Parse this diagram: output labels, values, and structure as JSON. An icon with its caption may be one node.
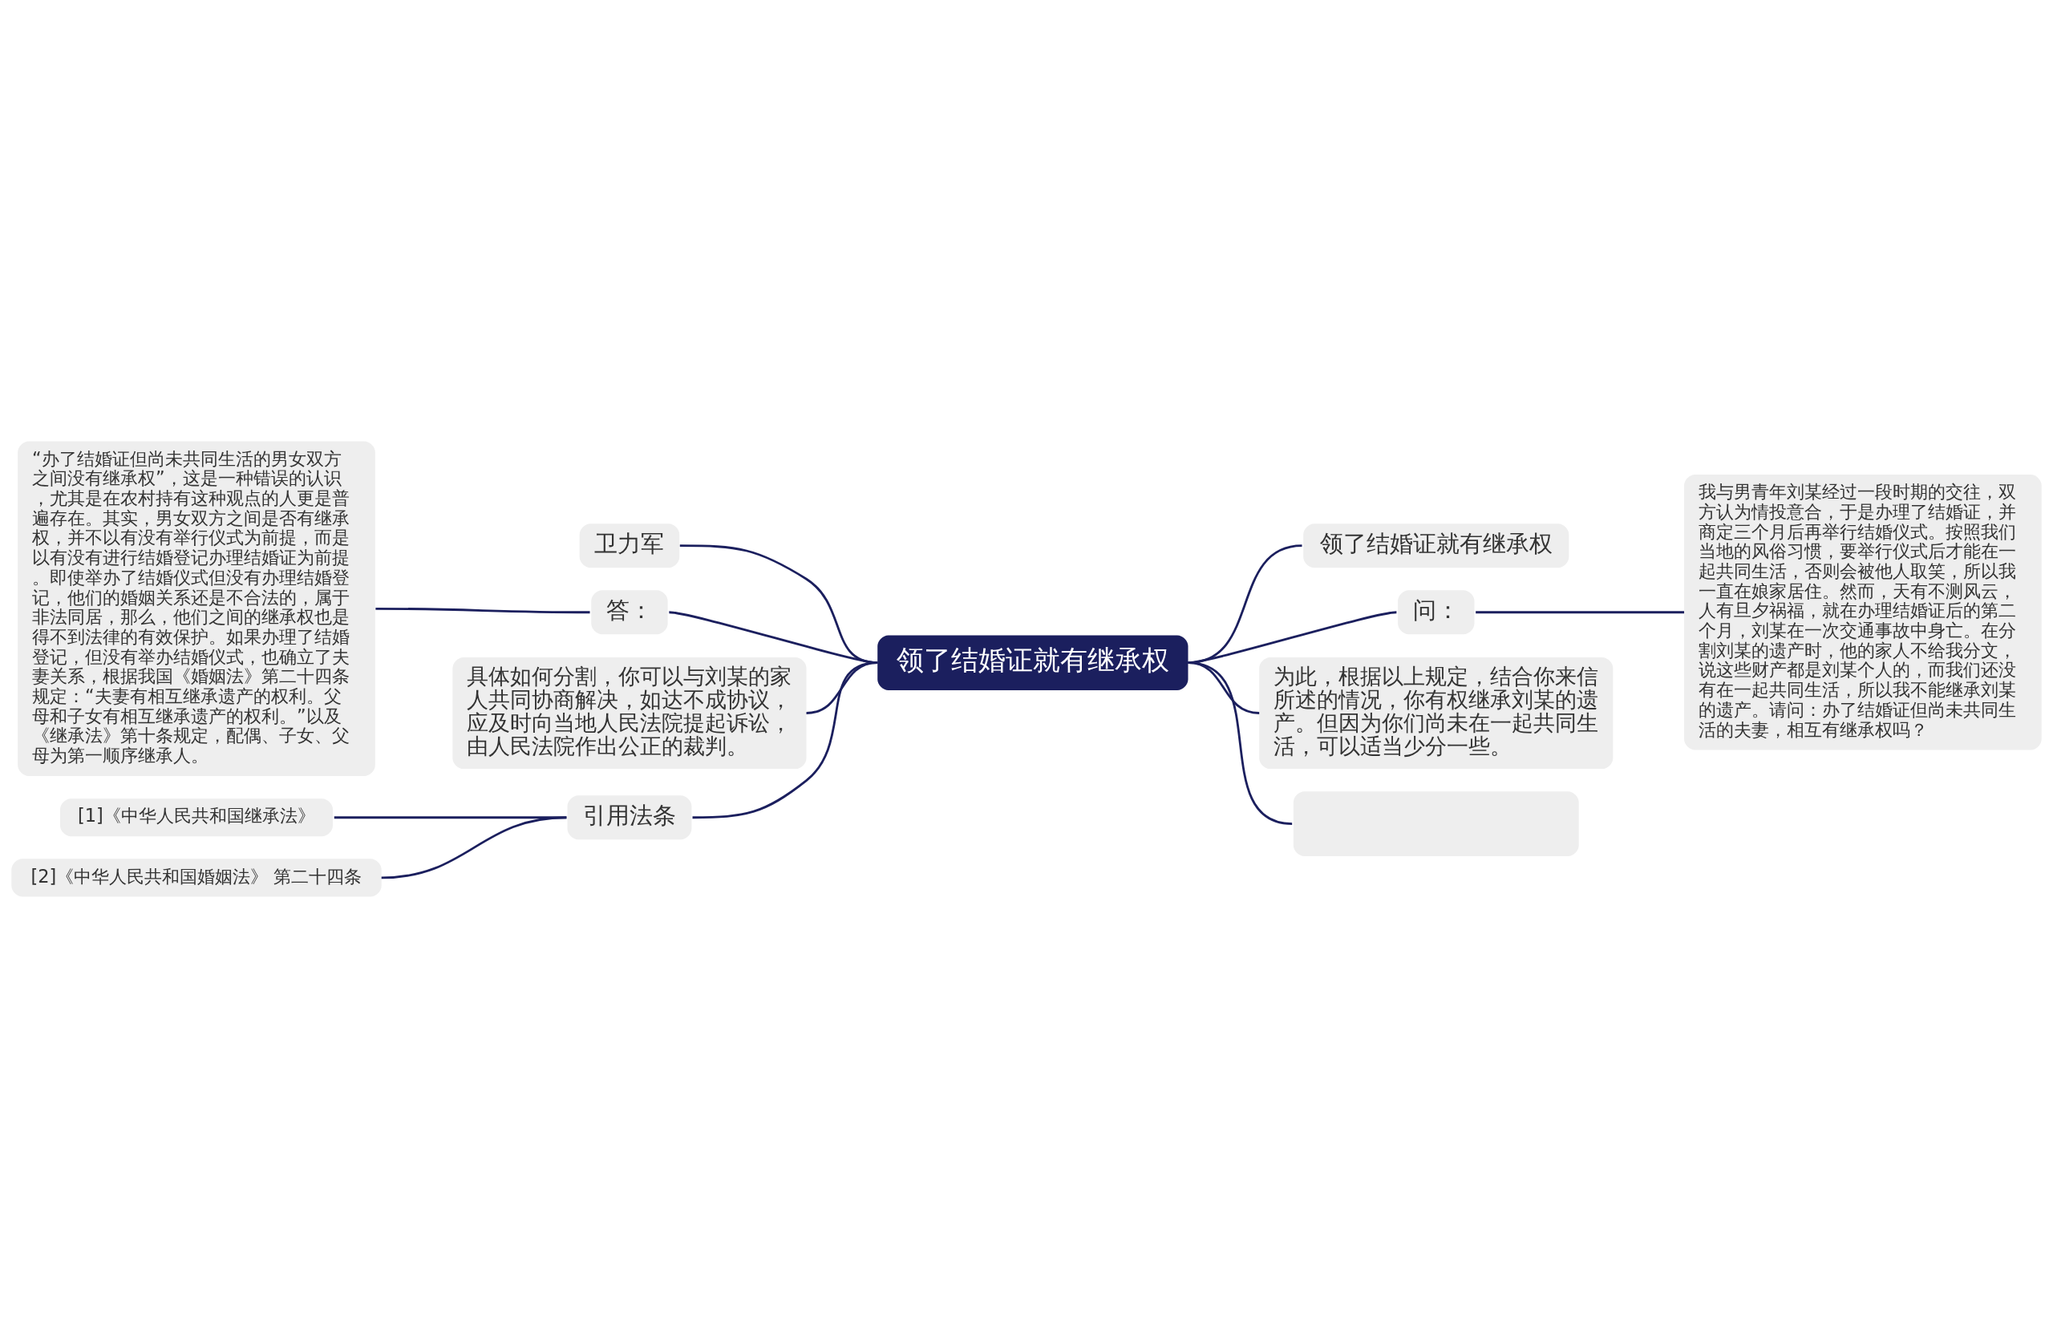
{
  "diagram": {
    "nodes": [
      {
        "text": [
          "领了结婚证就有继承权"
        ]
      },
      {
        "text": [
          "卫力军"
        ]
      },
      {
        "text": [
          "答："
        ]
      },
      {
        "text": [
          "“办了结婚证但尚未共同生活的男女双方之间没有继承权”，这是一种错误的认识，尤其是在农村持有这种观点的人更是普遍存在。其实，男女双方之间是否有继承权，并不以有没有举行仪式为前提，而是以有没有进行结婚登记办理结婚证为前提。即使举办了结婚仪式但没有办理结婚登记，他们的婚姻关系还是不合法的，属于非法同居，那么，他们之间的继承权也是得不到法律的有效保护。如果办理了结婚登记，但没有举办结婚仪式，也确立了夫妻关系，根据我国《婚姻法》第二十四条规定：“夫妻有相互继承遗产的权利。父母和子女有相互继承遗产的权利。”以及《继承法》第十条规定，配偶、子女、父母为第一顺序继承人。"
        ]
      },
      {
        "text": [
          "具体如何分割，你可以与刘某的家人共同协商解决，如达不成协议，应及时向当地人民法院提起诉讼，由人民法院作出公正的裁判。"
        ]
      },
      {
        "text": [
          "引用法条"
        ]
      },
      {
        "text": [
          "[1]《中华人民共和国继承法》"
        ]
      },
      {
        "text": [
          "[2]《中华人民共和国婚姻法》 第二十四条"
        ]
      },
      {
        "text": [
          "领了结婚证就有继承权"
        ]
      },
      {
        "text": [
          "问："
        ]
      },
      {
        "text": [
          "我与男青年刘某经过一段时期的交往，双方认为情投意合，于是办理了结婚证，并商定三个月后再举行结婚仪式。按照我们当地的风俗习惯，要举行仪式后才能在一起共同生活，否则会被他人取笑，所以我一直在娘家居住。然而，天有不测风云，人有旦夕祸福，就在办理结婚证后的第二个月，刘某在一次交通事故中身亡。在分割刘某的遗产时，他的家人不给我分文，说这些财产都是刘某个人的，而我们还没有在一起共同生活，所以我不能继承刘某的遗产。请问：办了结婚证但尚未共同生活的夫妻，相互有继承权吗？"
        ]
      },
      {
        "text": [
          "为此，根据以上规定，结合你来信所述的情况，你有权继承刘某的遗产。但因为你们尚未在一起共同生活，可以适当少分一些。"
        ]
      },
      {
        "text": [],
        "shape": "box"
      }
    ],
    "edges": [
      {
        "from": 0,
        "to": 1,
        "arrow": "none"
      },
      {
        "from": 0,
        "to": 2,
        "arrow": "none"
      },
      {
        "from": 2,
        "to": 3,
        "arrow": "none"
      },
      {
        "from": 0,
        "to": 4,
        "arrow": "none"
      },
      {
        "from": 0,
        "to": 5,
        "arrow": "none"
      },
      {
        "from": 5,
        "to": 6,
        "arrow": "none"
      },
      {
        "from": 5,
        "to": 7,
        "arrow": "none"
      },
      {
        "from": 0,
        "to": 8,
        "arrow": "none"
      },
      {
        "from": 0,
        "to": 9,
        "arrow": "none"
      },
      {
        "from": 9,
        "to": 10,
        "arrow": "none"
      },
      {
        "from": 0,
        "to": 11,
        "arrow": "none"
      },
      {
        "from": 0,
        "to": 12,
        "arrow": "none"
      }
    ]
  }
}
